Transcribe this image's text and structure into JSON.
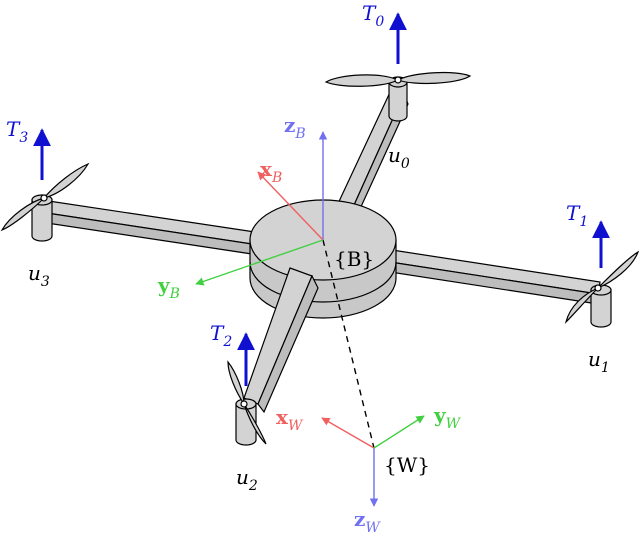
{
  "colors": {
    "thrust": "#1010d0",
    "x_axis": "#f06060",
    "y_axis": "#40d040",
    "z_axis": "#7070f0",
    "body_fill": "#d3d3d3",
    "stroke": "#000000"
  },
  "thrusts": [
    {
      "base": "T",
      "sub": "0"
    },
    {
      "base": "T",
      "sub": "1"
    },
    {
      "base": "T",
      "sub": "2"
    },
    {
      "base": "T",
      "sub": "3"
    }
  ],
  "inputs": [
    {
      "base": "u",
      "sub": "0"
    },
    {
      "base": "u",
      "sub": "1"
    },
    {
      "base": "u",
      "sub": "2"
    },
    {
      "base": "u",
      "sub": "3"
    }
  ],
  "body_frame": {
    "name": "{B}",
    "x": {
      "base": "x",
      "sub": "B"
    },
    "y": {
      "base": "y",
      "sub": "B"
    },
    "z": {
      "base": "z",
      "sub": "B"
    }
  },
  "world_frame": {
    "name": "{W}",
    "x": {
      "base": "x",
      "sub": "W"
    },
    "y": {
      "base": "y",
      "sub": "W"
    },
    "z": {
      "base": "z",
      "sub": "W"
    }
  }
}
